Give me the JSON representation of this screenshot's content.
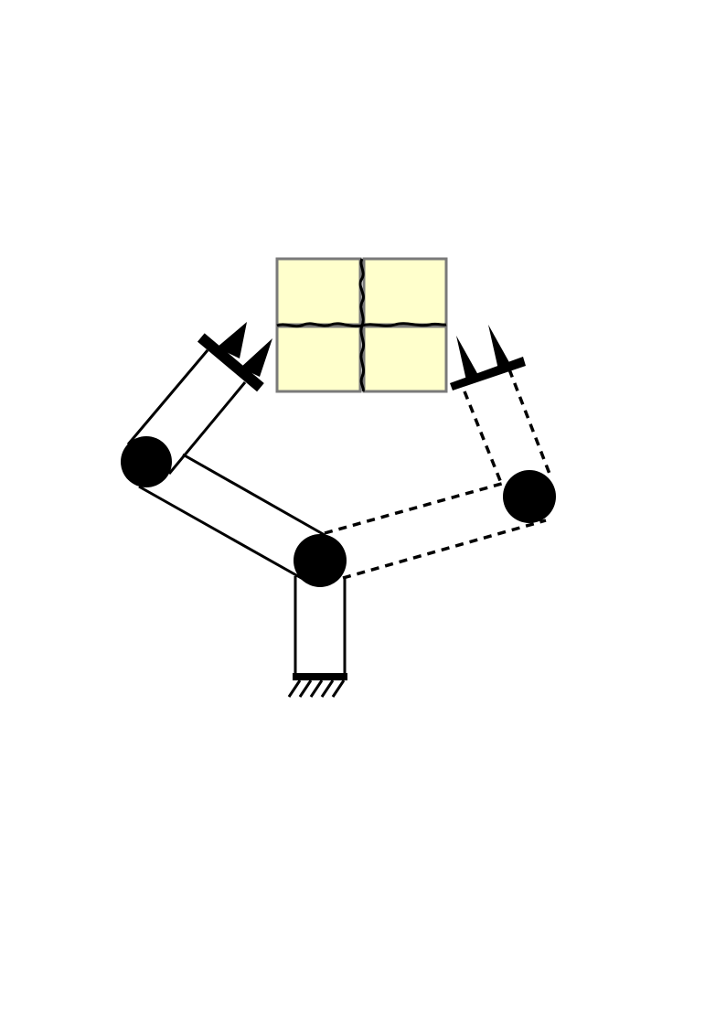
{
  "diagram": {
    "kind": "robot-arm-grasping",
    "colors": {
      "ink": "#000000",
      "background": "#ffffff",
      "tile_fill": "#ffffcc",
      "tile_border": "#7a7a7a"
    },
    "objects": {
      "tile_grid": {
        "rows": 2,
        "cols": 2,
        "crack_lines": true
      },
      "arm_solid": {
        "style": "solid",
        "joints": 3,
        "gripper": true
      },
      "arm_dashed": {
        "style": "dashed",
        "joints": 2,
        "gripper": true
      },
      "base": {
        "style": "ground-hatch"
      }
    }
  }
}
